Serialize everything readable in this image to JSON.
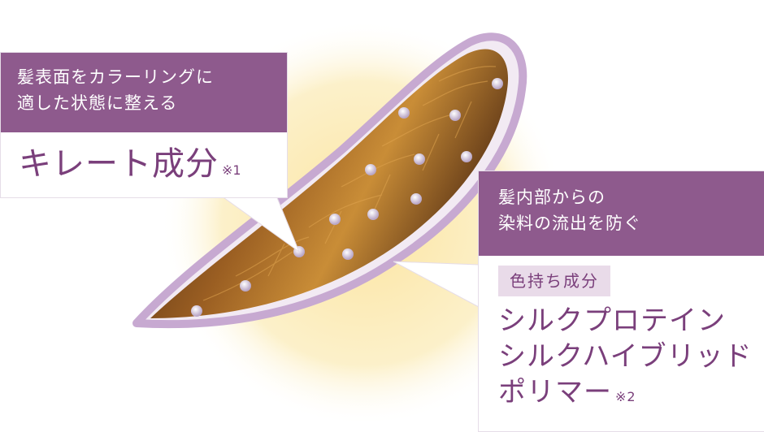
{
  "callout_left": {
    "lines": [
      "髪表面をカラーリングに",
      "適した状態に整える"
    ],
    "term": "キレート成分",
    "note": "※1"
  },
  "callout_right": {
    "lines": [
      "髪内部からの",
      "染料の流出を防ぐ"
    ],
    "tag": "色持ち成分",
    "names": [
      "シルクプロテイン",
      "シルクハイブリッド",
      "ポリマー"
    ],
    "note": "※2"
  },
  "colors": {
    "accent_purple": "#8e5a8d",
    "text_purple": "#7a3f7b",
    "glow": "#fbe9a8",
    "hair_dark": "#4a2a12",
    "hair_light": "#c88a34"
  }
}
